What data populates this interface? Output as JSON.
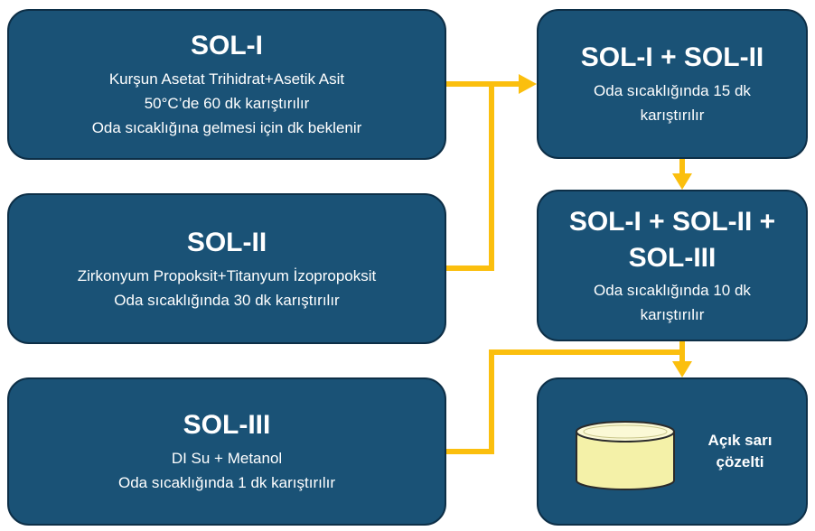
{
  "colors": {
    "box_fill": "#1a5276",
    "box_border": "#0d2f47",
    "arrow": "#fbbf0e",
    "solution": "#f4f1a8"
  },
  "sol1": {
    "title": "SOL-I",
    "lines": [
      "Kurşun Asetat Trihidrat+Asetik Asit",
      "50°C’de 60 dk karıştırılır",
      "Oda sıcaklığına gelmesi için  dk beklenir"
    ]
  },
  "sol2": {
    "title": "SOL-II",
    "lines": [
      "Zirkonyum Propoksit+Titanyum İzopropoksit",
      "Oda sıcaklığında 30 dk karıştırılır"
    ]
  },
  "sol3": {
    "title": "SOL-III",
    "lines": [
      "DI Su + Metanol",
      "Oda sıcaklığında 1 dk karıştırılır"
    ]
  },
  "mix12": {
    "title": "SOL-I + SOL-II",
    "lines": [
      "Oda sıcaklığında 15 dk",
      "karıştırılır"
    ]
  },
  "mix123": {
    "title_lines": [
      "SOL-I + SOL-II +",
      "SOL-III"
    ],
    "lines": [
      "Oda sıcaklığında 10 dk",
      "karıştırılır"
    ]
  },
  "result": {
    "lines": [
      "Açık sarı",
      "çözelti"
    ],
    "icon": "beaker-icon"
  }
}
